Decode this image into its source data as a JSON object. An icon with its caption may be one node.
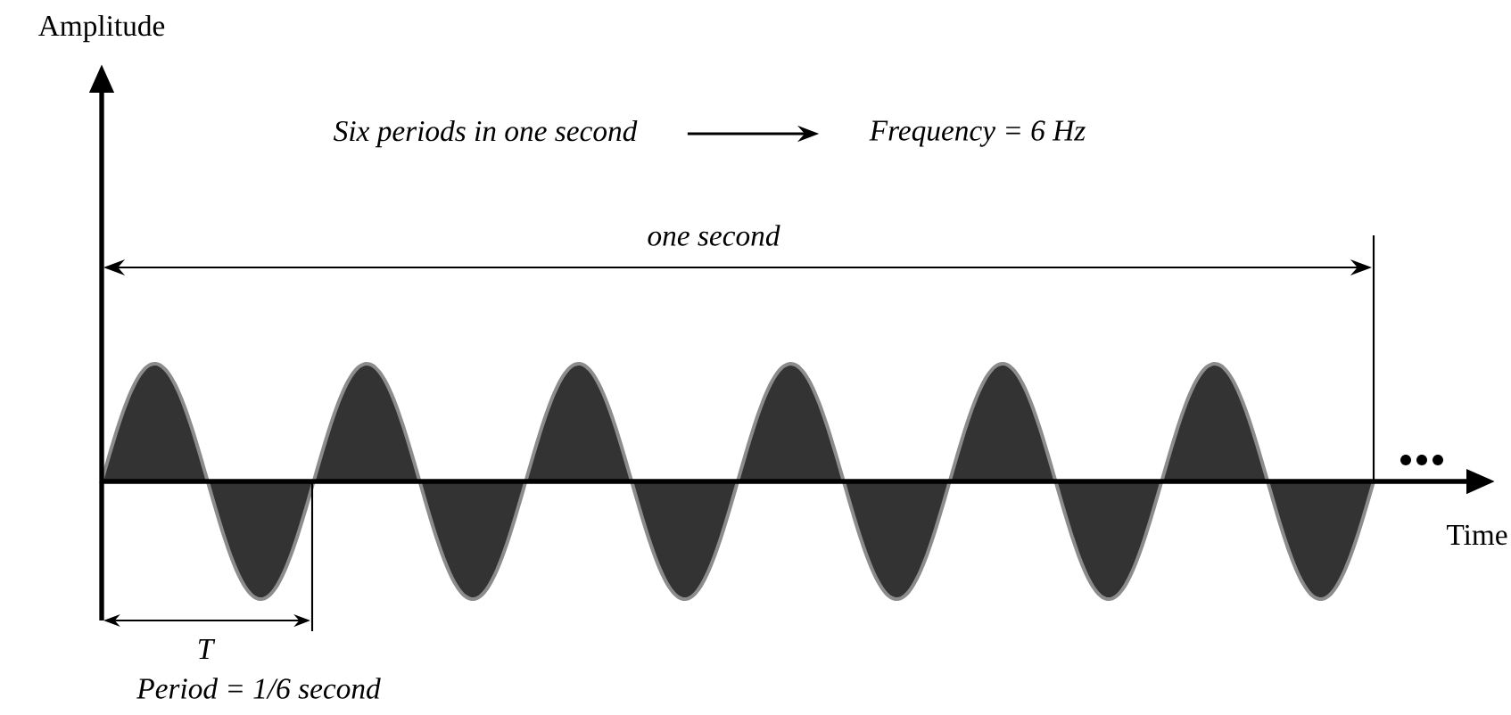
{
  "diagram": {
    "nodes": [
      {
        "text": [
          "Six periods in one second"
        ]
      },
      {
        "text": [
          "Frequency = 6  Hz"
        ]
      }
    ],
    "edges": [
      {
        "from": 0,
        "to": 1,
        "arrow": "to"
      }
    ],
    "labels": [
      "Amplitude",
      "one second",
      "Time",
      "T",
      "Period = 1/6  second"
    ]
  }
}
